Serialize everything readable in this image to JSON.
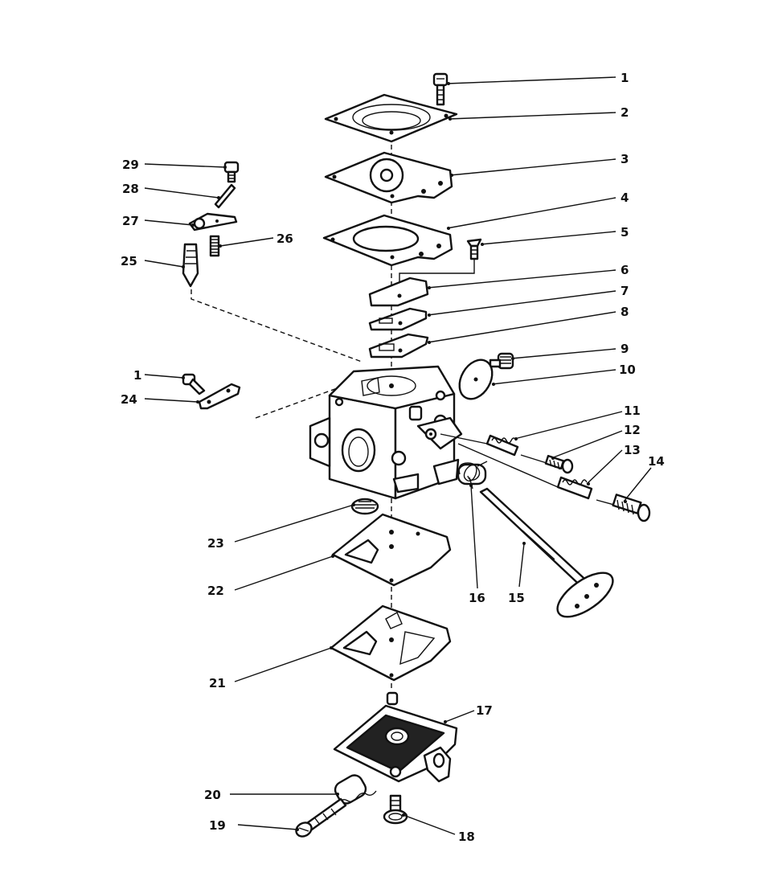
{
  "callouts": {
    "c1": "1",
    "c1b": "1",
    "c2": "2",
    "c3": "3",
    "c4": "4",
    "c5": "5",
    "c6": "6",
    "c7": "7",
    "c8": "8",
    "c9": "9",
    "c10": "10",
    "c11": "11",
    "c12": "12",
    "c13": "13",
    "c14": "14",
    "c15": "15",
    "c16": "16",
    "c17": "17",
    "c18": "18",
    "c19": "19",
    "c20": "20",
    "c21": "21",
    "c22": "22",
    "c23": "23",
    "c24": "24",
    "c25": "25",
    "c26": "26",
    "c27": "27",
    "c28": "28",
    "c29": "29"
  },
  "colors": {
    "ink": "#111111",
    "paper": "#ffffff"
  }
}
